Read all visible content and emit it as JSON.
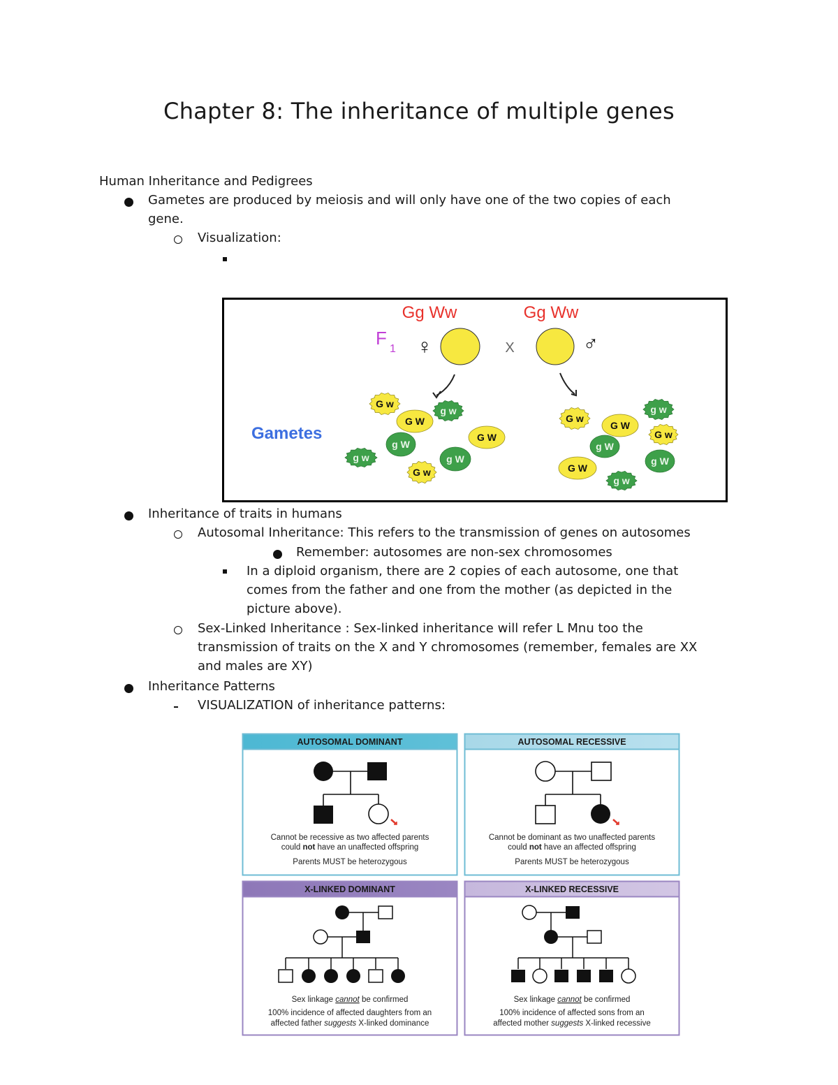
{
  "title": "Chapter 8: The inheritance of multiple genes",
  "section_heading": "Human Inheritance and Pedigrees",
  "bullets": {
    "b1_line1": "Gametes are produced by meiosis and will only have one of the two copies of each",
    "b1_line2": "gene.",
    "b1_sub1": "Visualization:",
    "b2": "Inheritance of traits in humans",
    "b2_sub1": "Autosomal Inheritance: This refers to the transmission of genes on autosomes",
    "b2_sub1_sub1": "Remember: autosomes are non-sex chromosomes",
    "b2_sub1_sub2_line1": "In a diploid organism, there are 2 copies of each autosome, one that",
    "b2_sub1_sub2_line2": "comes from the father and one from the mother (as depicted in the",
    "b2_sub1_sub2_line3": "picture above).",
    "b2_sub2_line1": "Sex-Linked Inheritance : Sex-linked inheritance will refer L Mnu too the",
    "b2_sub2_line2": "transmission of traits on the X and Y chromosomes (remember, females are XX",
    "b2_sub2_line3": "and males are XY)",
    "b3": "Inheritance Patterns",
    "b3_sub1": "VISUALIZATION of inheritance patterns:"
  },
  "gamete_figure": {
    "parent_genotype_left": "Gg Ww",
    "parent_genotype_right": "Gg Ww",
    "generation_label": "F",
    "generation_sub": "1",
    "female_symbol": "♀",
    "male_symbol": "♂",
    "cross_symbol": "X",
    "gametes_label": "Gametes",
    "gamete_labels": [
      "G w",
      "G W",
      "g w",
      "g W",
      "G W",
      "g W",
      "G w",
      "g w",
      "G w",
      "G W",
      "g w",
      "G w",
      "g W",
      "g W",
      "G W",
      "g w"
    ],
    "colors": {
      "red": "#e8312b",
      "magenta": "#c13fd6",
      "blue": "#3d6fe0",
      "yellow": "#f7e840",
      "green": "#3ea04a"
    }
  },
  "pedigree_figure": {
    "panels": [
      {
        "title": "AUTOSOMAL DOMINANT",
        "line1": "Cannot be recessive as two affected parents",
        "line2a": "could ",
        "line2b": "not",
        "line2c": " have an unaffected offspring",
        "line3": "Parents MUST be heterozygous"
      },
      {
        "title": "AUTOSOMAL RECESSIVE",
        "line1": "Cannot be dominant as two unaffected parents",
        "line2a": "could ",
        "line2b": "not",
        "line2c": " have an affected offspring",
        "line3": "Parents MUST be heterozygous"
      },
      {
        "title": "X-LINKED DOMINANT",
        "line1a": "Sex linkage ",
        "line1b": "cannot",
        "line1c": " be confirmed",
        "line2": "100% incidence of affected daughters from an",
        "line3a": "affected father ",
        "line3b": "suggests",
        "line3c": " X-linked dominance"
      },
      {
        "title": "X-LINKED RECESSIVE",
        "line1a": "Sex linkage ",
        "line1b": "cannot",
        "line1c": " be confirmed",
        "line2": "100% incidence of affected sons from an",
        "line3a": "affected mother ",
        "line3b": "suggests",
        "line3c": " X-linked recessive"
      }
    ],
    "colors": {
      "autosomal_header": "#4db8d3",
      "autosomal_header_light": "#a8d8e8",
      "xlinked_header": "#8e78b8",
      "xlinked_header_light": "#c6b8dd",
      "border_blue": "#6fbcd4",
      "border_purple": "#9a86c2",
      "arrow_red": "#e23b2e"
    }
  }
}
